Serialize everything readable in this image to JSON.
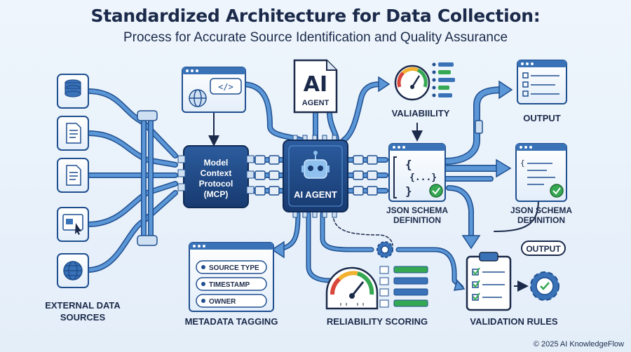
{
  "header": {
    "title": "Standardized Architecture for Data Collection:",
    "subtitle": "Process for Accurate Source Identification and Quality Assurance"
  },
  "nodes": {
    "mcp": {
      "line1": "Model",
      "line2": "Context",
      "line3": "Protocol",
      "line4": "(MCP)"
    },
    "ai_doc": {
      "big": "AI",
      "small": "AGENT"
    },
    "ai_chip": {
      "label": "AI AGENT"
    },
    "valiability": {
      "label": "VALIABIILITY"
    },
    "output_top": {
      "label": "OUTPUT"
    },
    "json_left": {
      "line1": "JSON SCHEMA",
      "line2": "DEFINITION"
    },
    "json_right": {
      "line1": "JSON SCHEMA",
      "line2": "DEFINITION"
    },
    "output_badge": {
      "label": "OUTPUT"
    },
    "metadata": {
      "fields": [
        "SOURCE TYPE",
        "TIMESTAMP",
        "OWNER"
      ],
      "label": "METADATA TAGGING"
    },
    "reliability": {
      "label": "RELIABILITY SCORING"
    },
    "validation": {
      "label": "VALIDATION RULES"
    },
    "external": {
      "line1": "EXTERNAL DATA",
      "line2": "SOURCES"
    },
    "code_brace_open": "{",
    "code_brace_body": "{...}",
    "code_brace_close": "}"
  },
  "colors": {
    "pipe": "#4a86cc",
    "pipe_dark": "#1f4f8f",
    "navy": "#1b3a6b",
    "accent_green": "#35a853",
    "text": "#1b2a4a"
  },
  "footer": "© 2025 AI KnowledgeFlow"
}
